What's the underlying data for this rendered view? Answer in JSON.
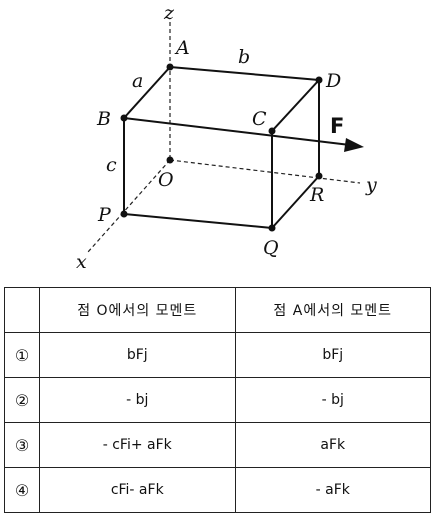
{
  "figure": {
    "axis_labels": {
      "z": "z",
      "y": "y",
      "x": "x"
    },
    "point_labels": {
      "A": "A",
      "B": "B",
      "C": "C",
      "D": "D",
      "O": "O",
      "P": "P",
      "Q": "Q",
      "R": "R"
    },
    "edge_labels": {
      "a": "a",
      "b": "b",
      "c": "c"
    },
    "force_label": "F"
  },
  "table": {
    "headers": [
      "",
      "점 O에서의 모멘트",
      "점 A에서의 모멘트"
    ],
    "rows": [
      {
        "num": "①",
        "o": "bFj",
        "a": "bFj"
      },
      {
        "num": "②",
        "o": "- bj",
        "a": "- bj"
      },
      {
        "num": "③",
        "o": "- cFi+ aFk",
        "a": "aFk"
      },
      {
        "num": "④",
        "o": "cFi- aFk",
        "a": "- aFk"
      }
    ]
  }
}
